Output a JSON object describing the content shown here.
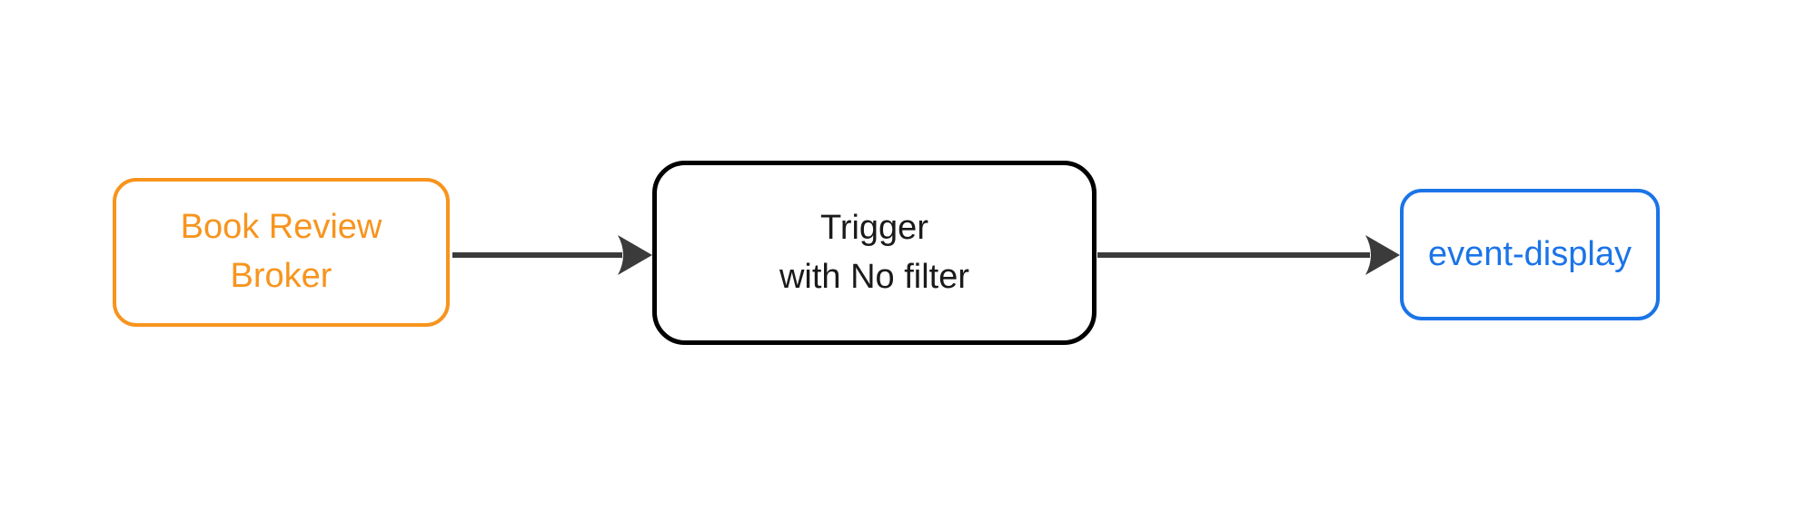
{
  "diagram": {
    "nodes": {
      "broker": {
        "label": "Book Review Broker",
        "lines": [
          "Book Review",
          "Broker"
        ],
        "type": "broker",
        "color": "#F7941E"
      },
      "trigger": {
        "label": "Trigger with No filter",
        "lines": [
          "Trigger",
          "with No filter"
        ],
        "type": "trigger",
        "border_color": "#000000",
        "text_color": "#1A1A1A"
      },
      "sink": {
        "label": "event-display",
        "lines": [
          "event-display"
        ],
        "type": "sink",
        "color": "#1B74E8"
      }
    },
    "edges": [
      {
        "from": "Book Review Broker",
        "to": "Trigger with No filter"
      },
      {
        "from": "Trigger with No filter",
        "to": "event-display"
      }
    ],
    "colors": {
      "broker": "#F7941E",
      "trigger_border": "#000000",
      "trigger_text": "#1A1A1A",
      "sink": "#1B74E8",
      "arrow": "#3B3B3B",
      "background": "#FFFFFF"
    }
  }
}
